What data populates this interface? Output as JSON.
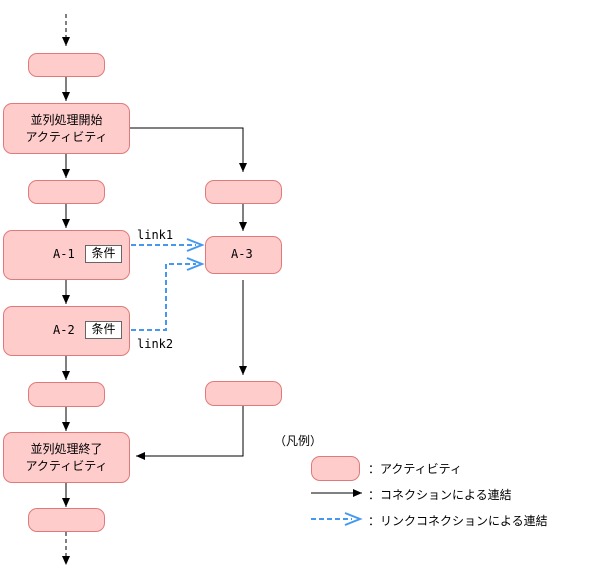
{
  "activities": {
    "parallel_start": [
      "並列処理開始",
      "アクティビティ"
    ],
    "parallel_end": [
      "並列処理終了",
      "アクティビティ"
    ],
    "a1": "A-1",
    "a2": "A-2",
    "a3": "A-3",
    "condition": "条件"
  },
  "links": {
    "link1": "link1",
    "link2": "link2"
  },
  "legend": {
    "title": "（凡例）",
    "activity": "：アクティビティ",
    "connection": "：コネクションによる連結",
    "link_connection": "：リンクコネクションによる連結"
  },
  "colors": {
    "node_fill": "#ffcccc",
    "node_border": "#e07a7a",
    "link_line": "#4499ee",
    "connection_line": "#000000"
  }
}
